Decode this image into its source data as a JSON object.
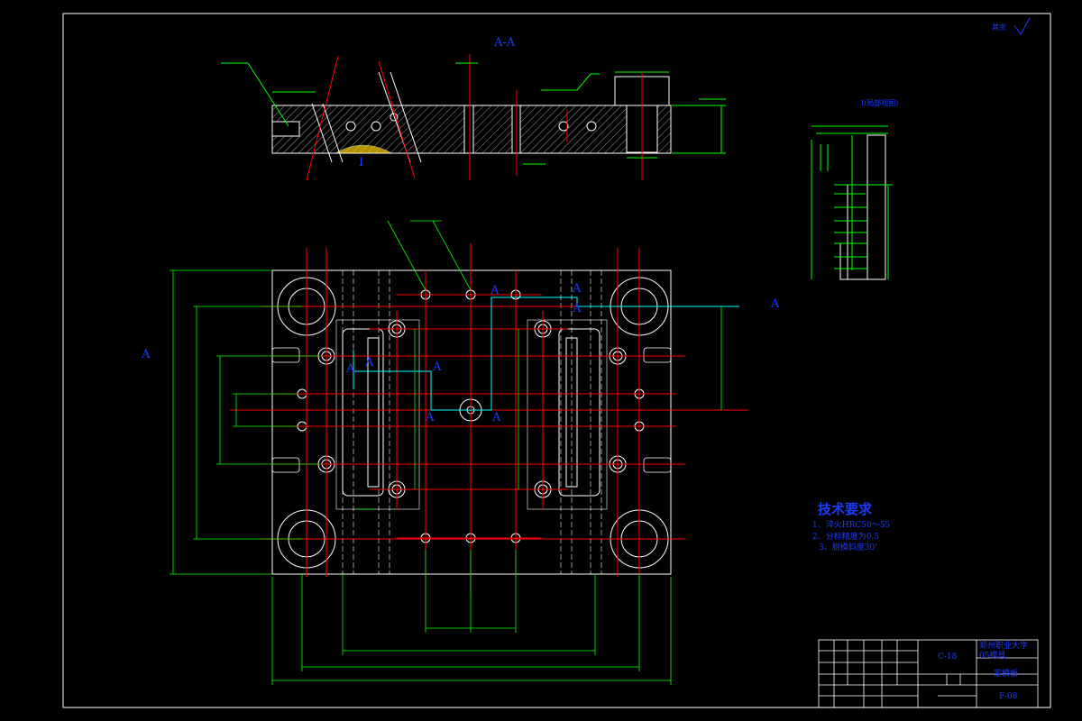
{
  "section_title": "A-A",
  "section_markers": [
    "A",
    "A",
    "A",
    "A",
    "A",
    "A",
    "A",
    "A",
    "A",
    "A"
  ],
  "detail_label": "I",
  "detail_title": "I(局部视图)",
  "roughness_label": "其余",
  "tech_requirements": {
    "title": "技术要求",
    "items": [
      "1、淬火HRC50～55",
      "2、分标精度为0.5",
      "3、脱模斜度30'"
    ]
  },
  "title_block": {
    "part_number_top": "C-18",
    "school": "郑州职业大学05模具",
    "part_name": "定模板",
    "drawing_no": "F-08"
  },
  "colors": {
    "background": "#000000",
    "frame": "#ffffff",
    "outline": "#ffffff",
    "dimension": "#00ff00",
    "centerline": "#ff0000",
    "section_line": "#00ffff",
    "text": "#1a3cff",
    "hatch": "#ffffff"
  }
}
